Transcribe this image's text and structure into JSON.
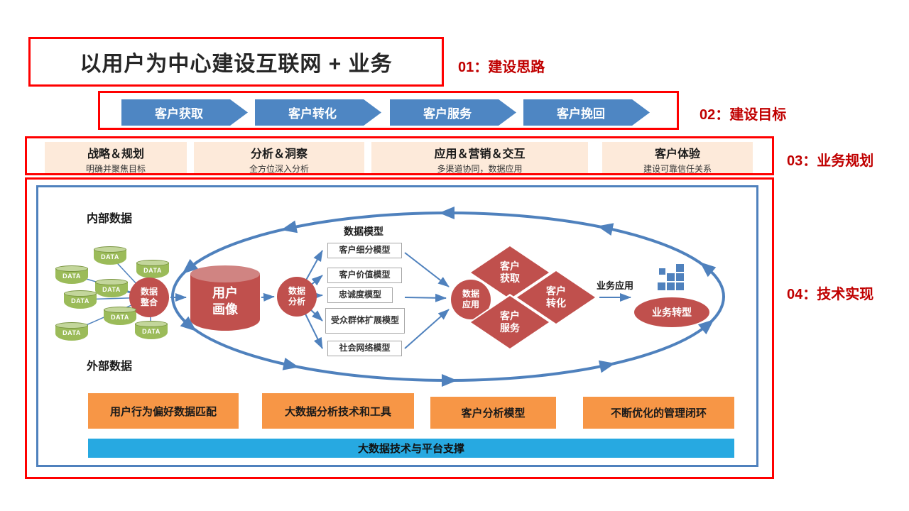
{
  "sections": {
    "s01": {
      "title": "以用户为中心建设互联网 + 业务",
      "label": "01：建设思路"
    },
    "s02": {
      "label": "02：建设目标",
      "goals": [
        "客户获取",
        "客户转化",
        "客户服务",
        "客户挽回"
      ]
    },
    "s03": {
      "label": "03：业务规划",
      "items": [
        {
          "title": "战略＆规划",
          "subtitle": "明确并聚焦目标"
        },
        {
          "title": "分析＆洞察",
          "subtitle": "全方位深入分析"
        },
        {
          "title": "应用＆营销＆交互",
          "subtitle": "多渠道协同，数据应用"
        },
        {
          "title": "客户体验",
          "subtitle": "建设可靠信任关系"
        }
      ]
    },
    "s04": {
      "label": "04：技术实现"
    }
  },
  "diagram": {
    "internal_label": "内部数据",
    "external_label": "外部数据",
    "data_label": "DATA",
    "integration": "数据\n整合",
    "profile": "用户\n画像",
    "analysis": "数据\n分析",
    "models_title": "数据模型",
    "models": [
      "客户细分模型",
      "客户价值模型",
      "忠诚度模型",
      "受众群体扩展模型",
      "社会网络模型"
    ],
    "application": "数据\n应用",
    "diamonds": [
      "客户\n获取",
      "客户\n转化",
      "客户\n服务"
    ],
    "business_app": "业务应用",
    "transformation": "业务转型",
    "capabilities": [
      "用户行为偏好数据匹配",
      "大数据分析技术和工具",
      "客户分析模型",
      "不断优化的管理闭环"
    ],
    "platform": "大数据技术与平台支撑"
  },
  "colors": {
    "border_red": "#ff0000",
    "label_red": "#c00000",
    "blue": "#4f81bd",
    "brick": "#c0504d",
    "green": "#9bbb59",
    "orange": "#f79646",
    "peach": "#fdeada",
    "cyan_bar": "#27a9e1"
  }
}
